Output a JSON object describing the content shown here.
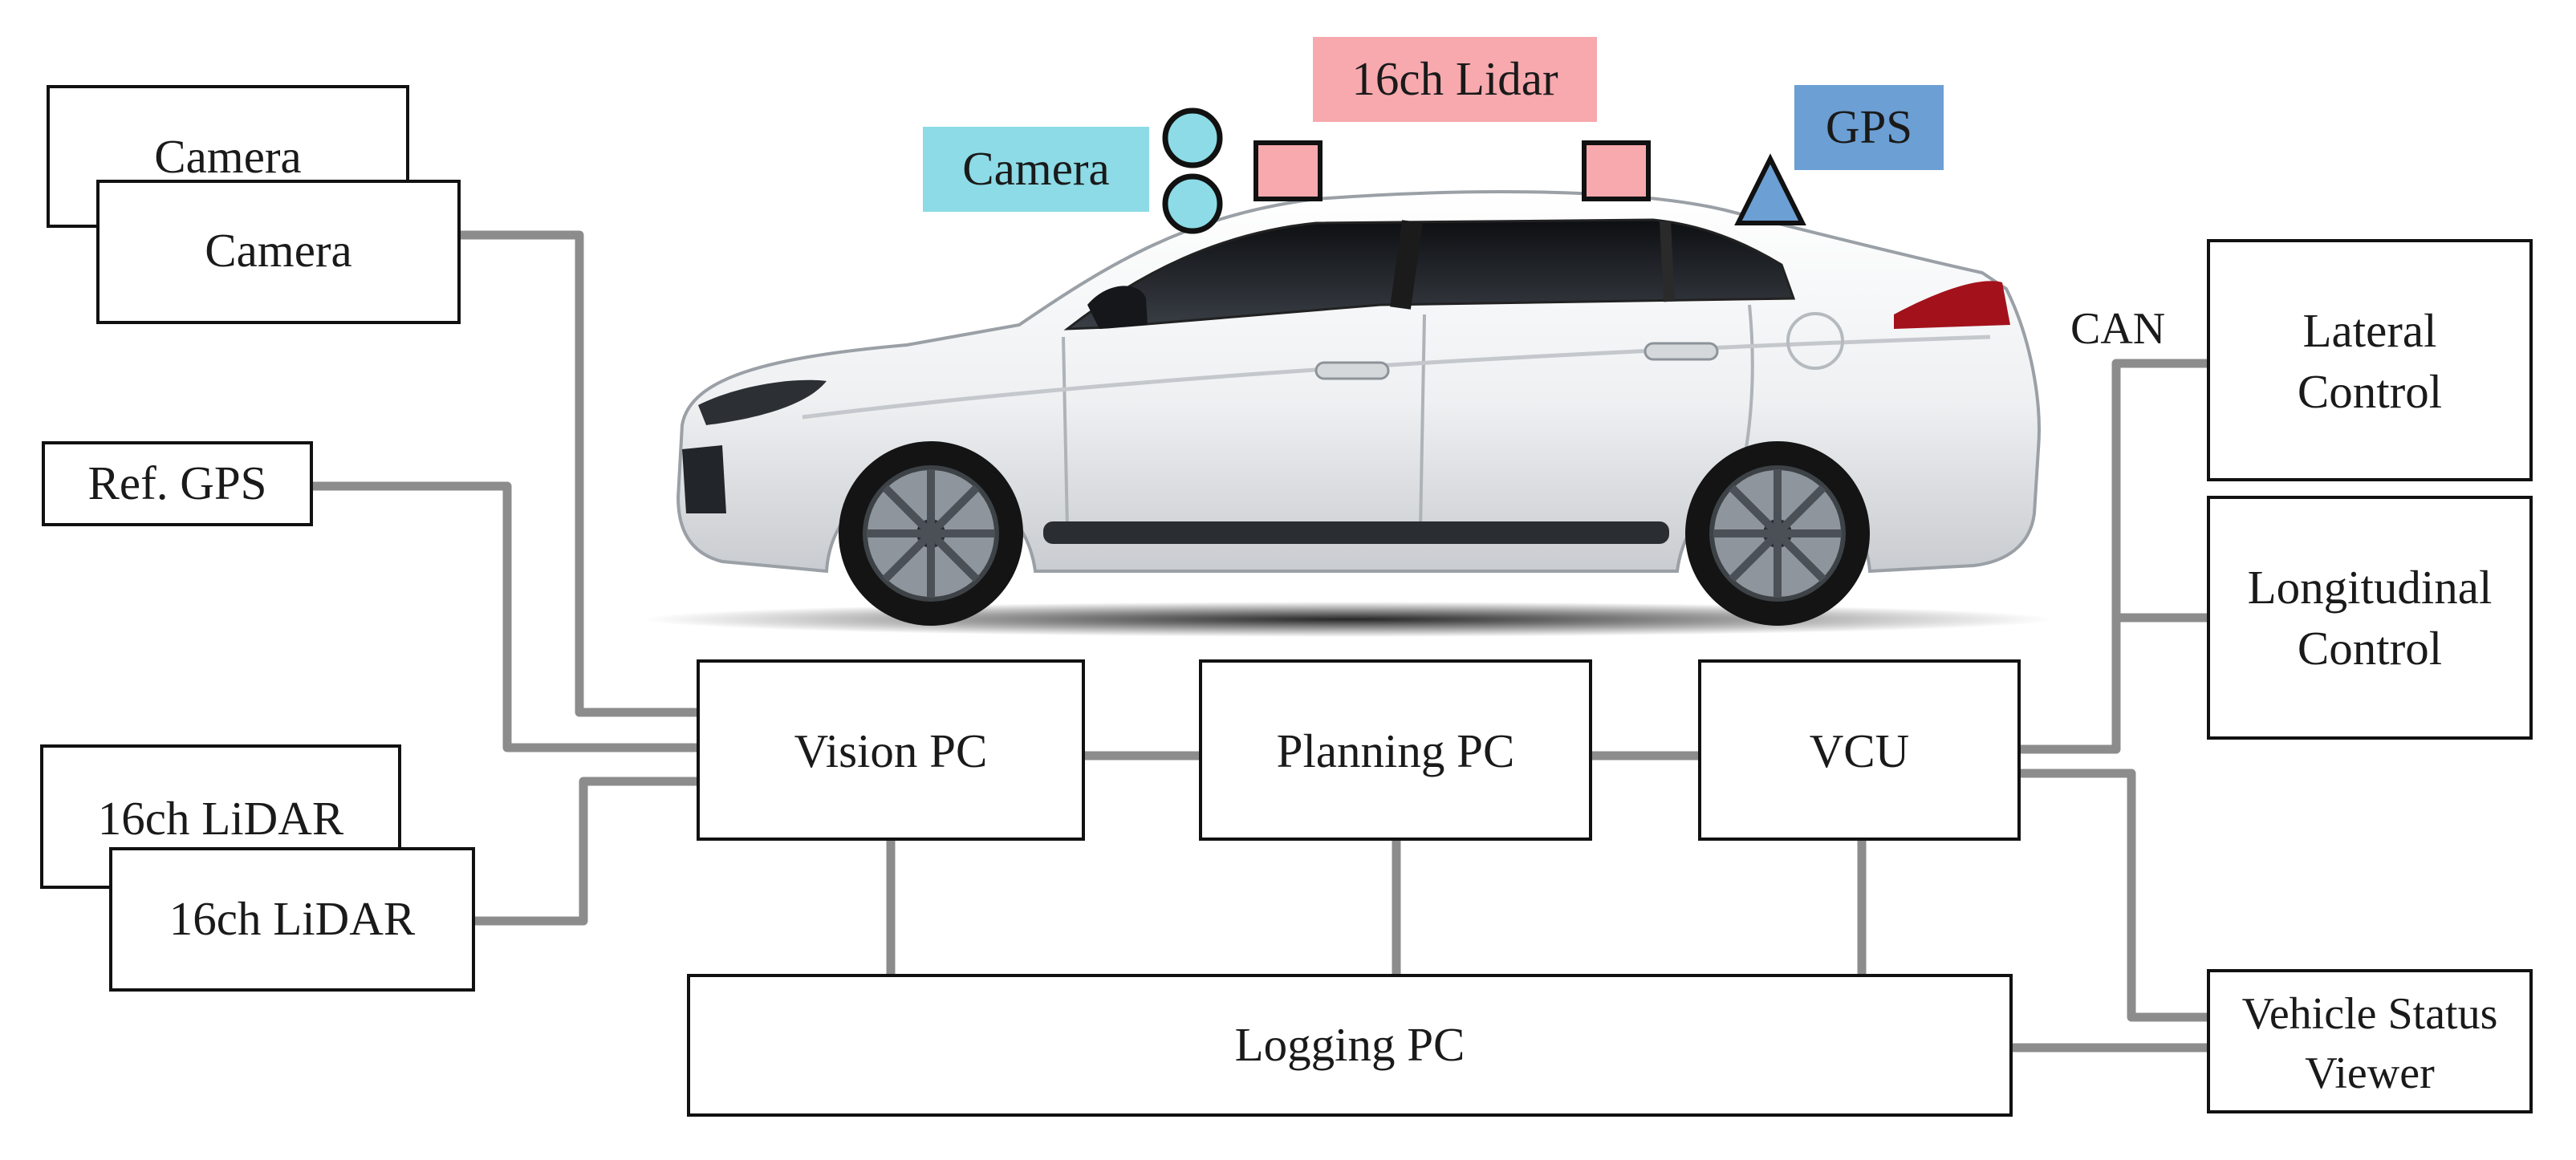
{
  "colors": {
    "camera_tag": "#8cdbe6",
    "lidar_tag": "#f7a9ae",
    "gps_tag": "#6c9fd3",
    "wire": "#8c8c8c",
    "car_body": "#f2f3f4"
  },
  "sensor_tags": {
    "camera": "Camera",
    "lidar": "16ch Lidar",
    "gps": "GPS"
  },
  "inputs": {
    "camera_back": "Camera",
    "camera_front": "Camera",
    "ref_gps": "Ref. GPS",
    "lidar_back": "16ch LiDAR",
    "lidar_front": "16ch LiDAR"
  },
  "computers": {
    "vision_pc": "Vision PC",
    "planning_pc": "Planning PC",
    "vcu": "VCU",
    "logging_pc": "Logging PC"
  },
  "bus_label": "CAN",
  "outputs": {
    "lateral_control": [
      "Lateral",
      "Control"
    ],
    "longitudinal_control": [
      "Longitudinal",
      "Control"
    ],
    "vehicle_status_viewer": [
      "Vehicle Status",
      "Viewer"
    ]
  },
  "icons": {
    "camera_markers": "circle",
    "lidar_markers": "square",
    "gps_marker": "triangle",
    "vehicle": "sedan-car"
  }
}
